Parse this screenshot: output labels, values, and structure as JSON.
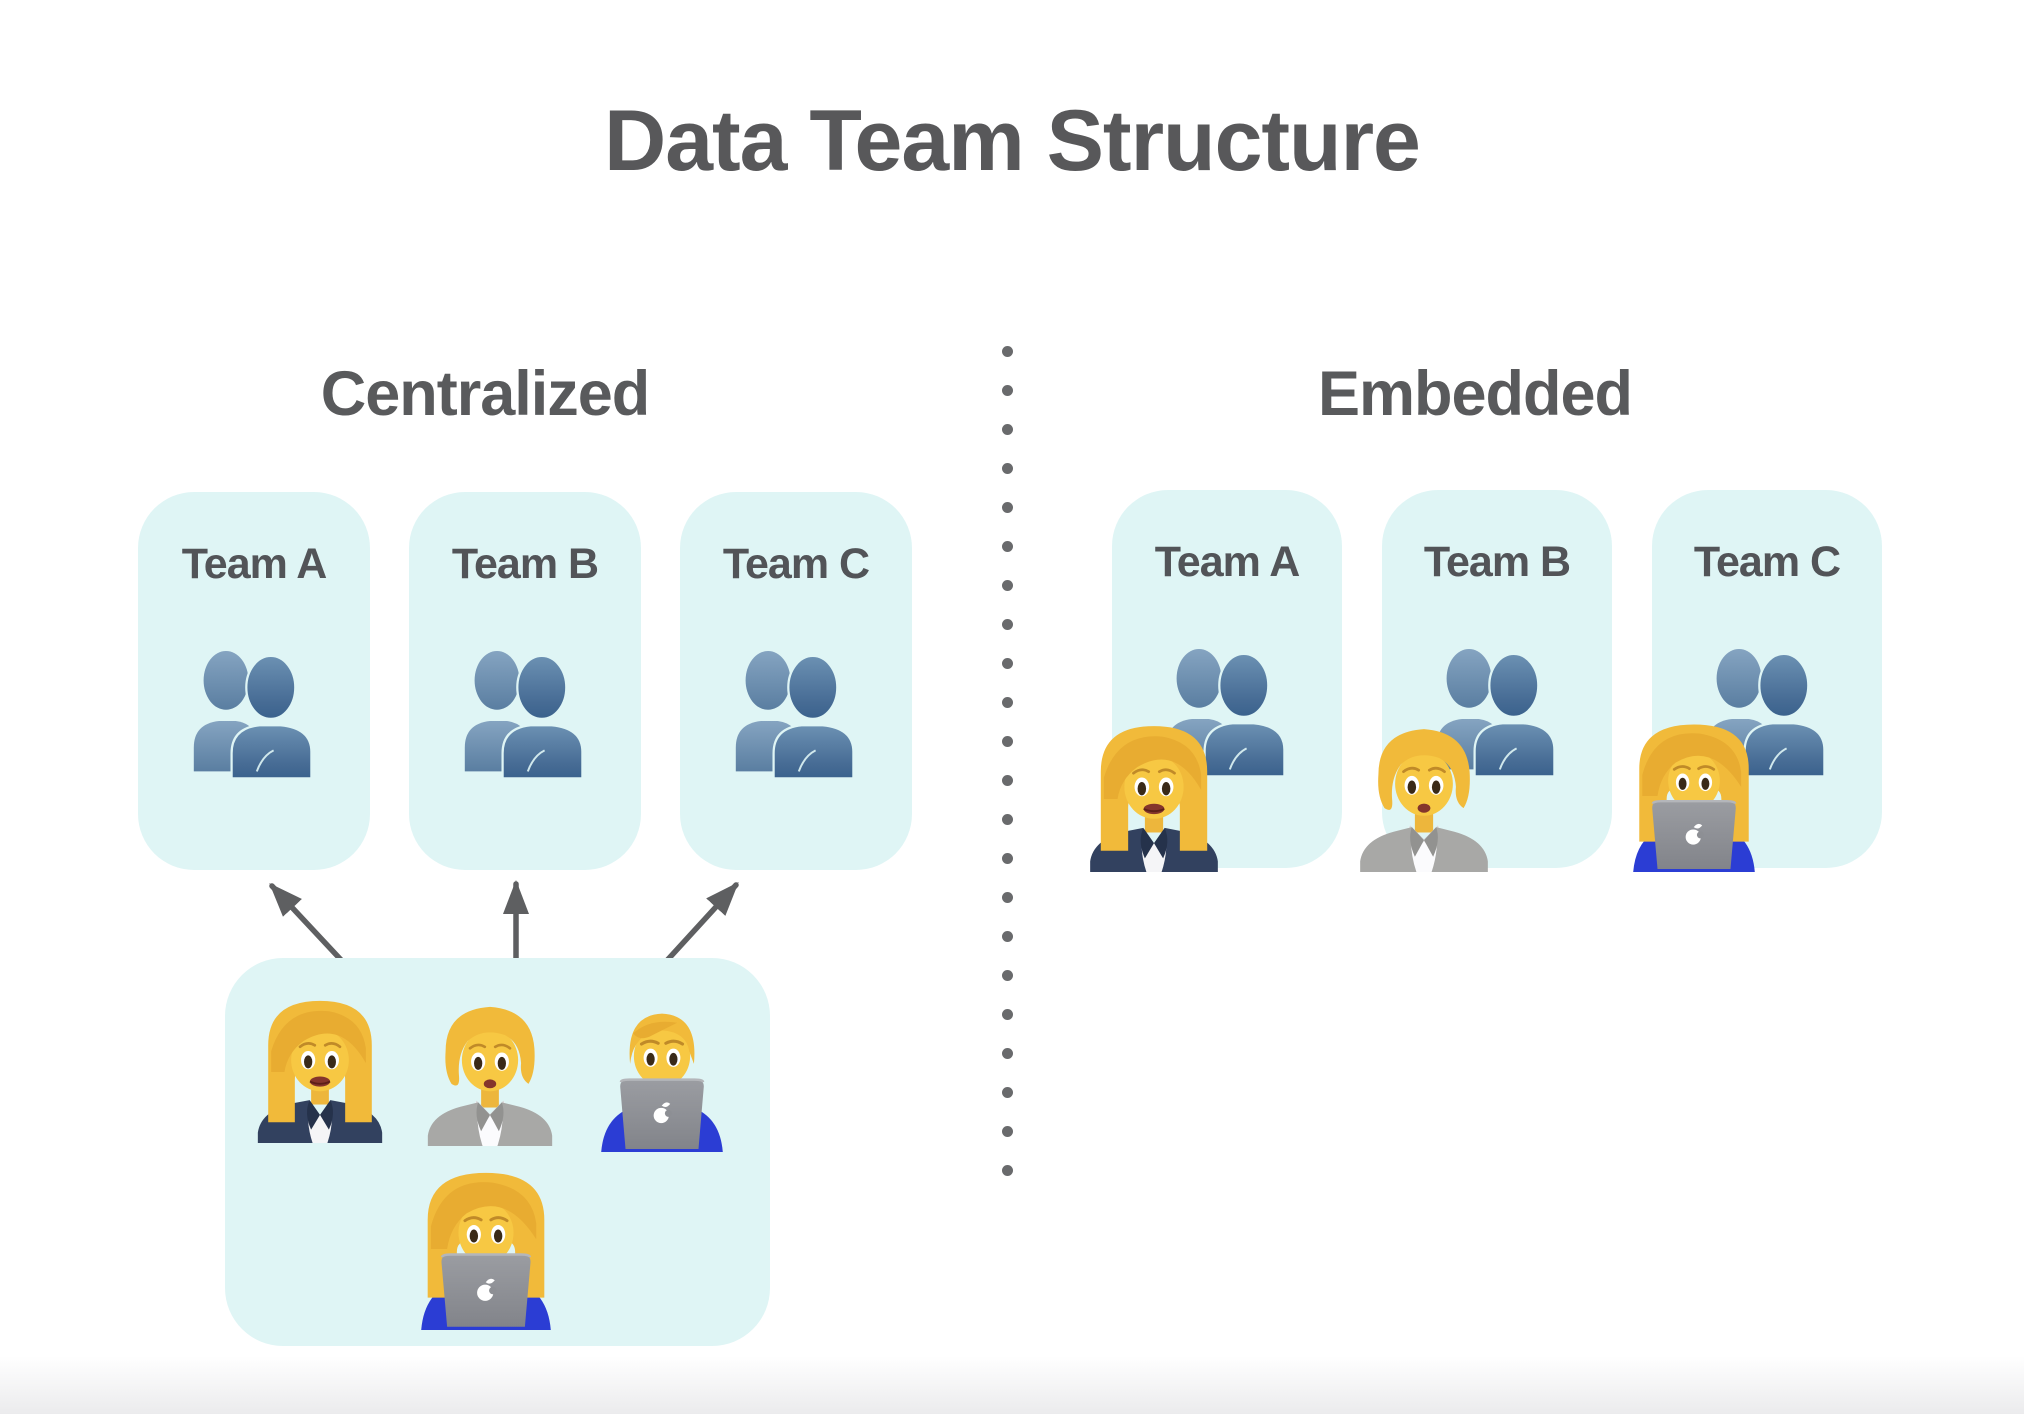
{
  "title": "Data Team Structure",
  "sections": {
    "centralized": {
      "heading": "Centralized",
      "teams": [
        {
          "label": "Team A",
          "icon": "busts-in-silhouette"
        },
        {
          "label": "Team B",
          "icon": "busts-in-silhouette"
        },
        {
          "label": "Team C",
          "icon": "busts-in-silhouette"
        }
      ],
      "pool": {
        "members": [
          {
            "name": "woman-office-worker",
            "icon_ref": "#sym-woman-office-worker"
          },
          {
            "name": "office-worker",
            "icon_ref": "#sym-office-worker"
          },
          {
            "name": "man-technologist",
            "icon_ref": "#sym-man-technologist"
          },
          {
            "name": "woman-technologist",
            "icon_ref": "#sym-woman-technologist"
          }
        ]
      },
      "arrow_count": 3
    },
    "embedded": {
      "heading": "Embedded",
      "teams": [
        {
          "label": "Team A",
          "icon": "busts-in-silhouette",
          "member": {
            "name": "woman-office-worker",
            "icon_ref": "#sym-woman-office-worker"
          }
        },
        {
          "label": "Team B",
          "icon": "busts-in-silhouette",
          "member": {
            "name": "office-worker",
            "icon_ref": "#sym-office-worker"
          }
        },
        {
          "label": "Team C",
          "icon": "busts-in-silhouette",
          "member": {
            "name": "woman-technologist",
            "icon_ref": "#sym-woman-technologist"
          }
        }
      ]
    }
  },
  "divider": {
    "dot_count": 22,
    "dot_color": "#696A6C"
  },
  "colors": {
    "background": "#FFFFFF",
    "card_background": "#DFF5F5",
    "heading_text": "#58585A",
    "team_label_text": "#525458",
    "arrow": "#5E5F61",
    "bust_back_top": "#85A4C1",
    "bust_back_bottom": "#5A7EA1",
    "bust_front_top": "#6C91B3",
    "bust_front_bottom": "#3A628D",
    "emoji_hair": "#F1BA3A",
    "emoji_skin": "#F7C843",
    "navy_blazer": "#32415F",
    "gray_suit": "#A8A8A6",
    "laptop_gray": "#8D8F94",
    "tech_blue": "#2B3DD4",
    "bottom_band": "#EBEBED"
  }
}
